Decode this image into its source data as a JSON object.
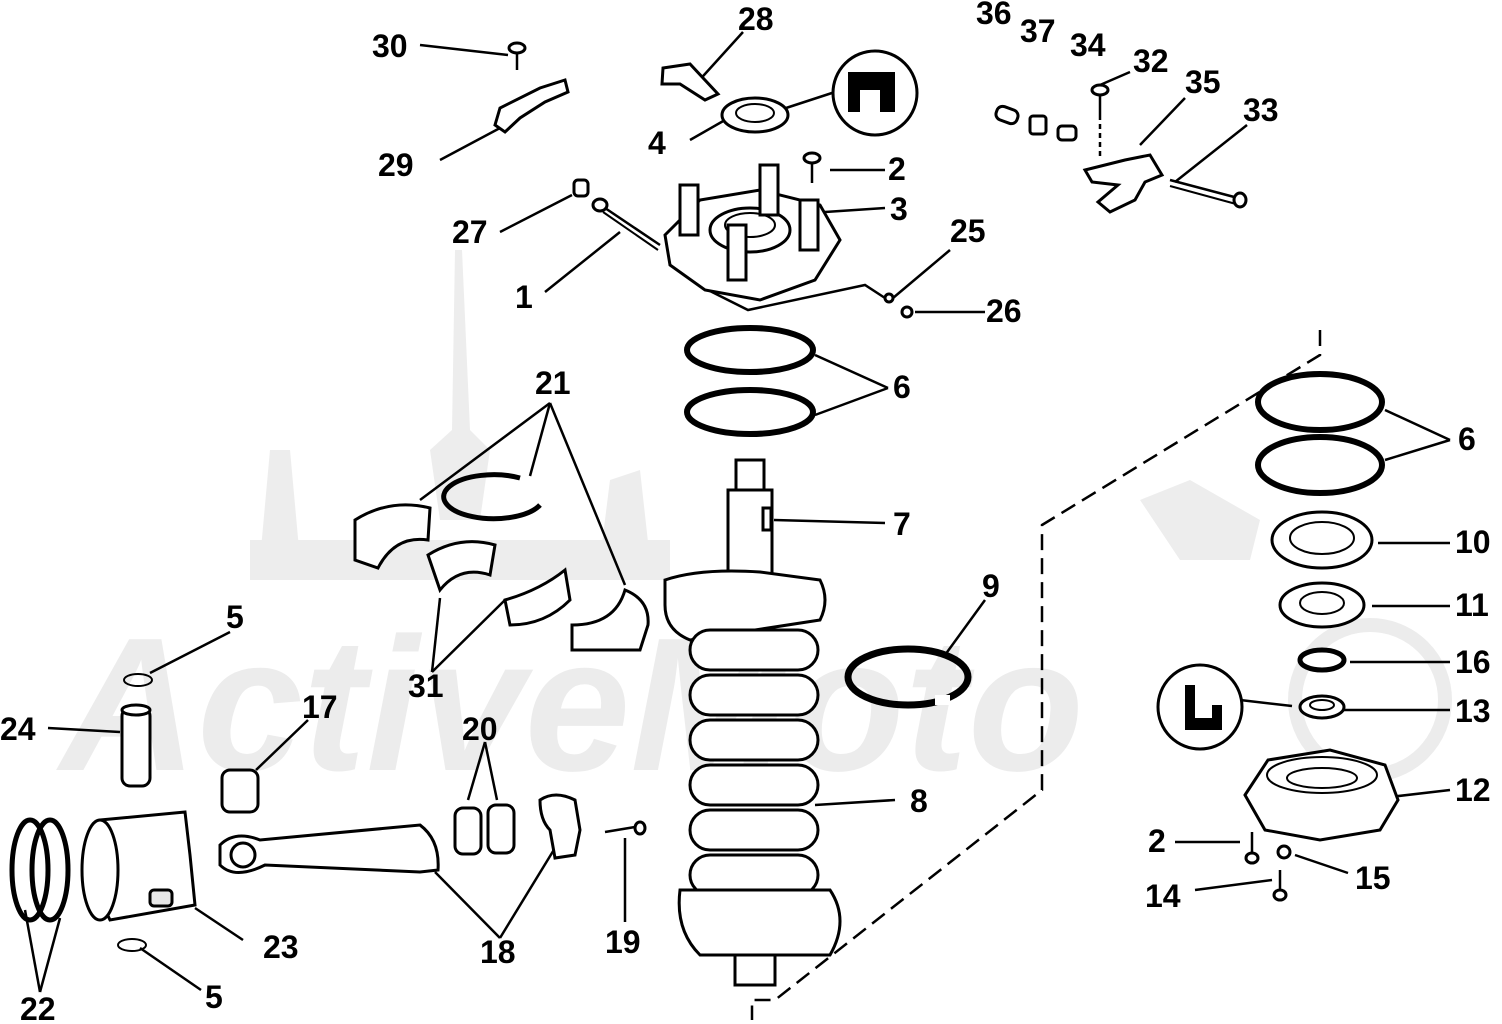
{
  "watermark": {
    "text": "ActiveMoto"
  },
  "labels": {
    "l1": "1",
    "l2a": "2",
    "l2b": "2",
    "l3": "3",
    "l4": "4",
    "l5a": "5",
    "l5b": "5",
    "l6a": "6",
    "l6b": "6",
    "l7": "7",
    "l8": "8",
    "l9": "9",
    "l10": "10",
    "l11": "11",
    "l12": "12",
    "l13": "13",
    "l14": "14",
    "l15": "15",
    "l16": "16",
    "l17": "17",
    "l18": "18",
    "l19": "19",
    "l20": "20",
    "l21": "21",
    "l22": "22",
    "l23": "23",
    "l24": "24",
    "l25": "25",
    "l26": "26",
    "l27": "27",
    "l28": "28",
    "l29": "29",
    "l30": "30",
    "l31": "31",
    "l32": "32",
    "l33": "33",
    "l34": "34",
    "l35": "35",
    "l36": "36",
    "l37": "37"
  }
}
